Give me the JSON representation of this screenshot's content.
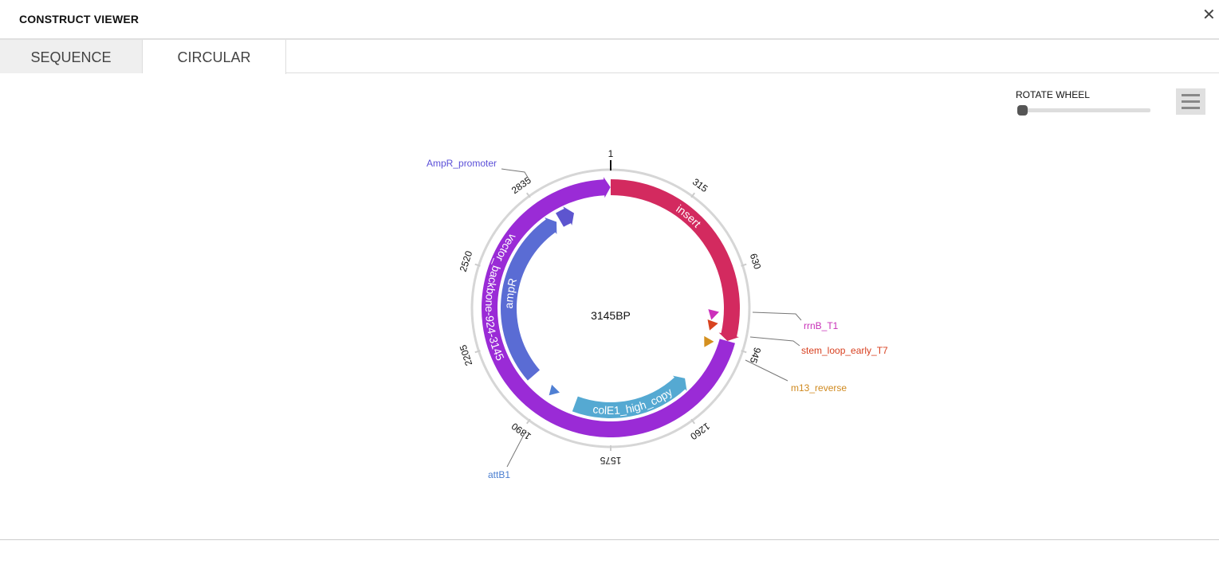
{
  "header": {
    "title": "CONSTRUCT VIEWER",
    "close_icon": "close-icon"
  },
  "tabs": [
    {
      "label": "SEQUENCE",
      "active": false
    },
    {
      "label": "CIRCULAR",
      "active": true
    }
  ],
  "controls": {
    "rotate_label": "ROTATE WHEEL",
    "rotate_value": 0,
    "menu_icon": "hamburger-menu-icon"
  },
  "plasmid": {
    "length": 3145,
    "center_label": "3145BP",
    "ticks": [
      "1",
      "315",
      "630",
      "945",
      "1260",
      "1575",
      "1890",
      "2205",
      "2520",
      "2835"
    ],
    "features": [
      {
        "name": "insert",
        "label": "insert",
        "start": 1,
        "end": 924,
        "track": "outer",
        "direction": "forward",
        "color": "#d32a5f"
      },
      {
        "name": "vector_backbone",
        "label": "vector_backbone-924-3145",
        "start": 924,
        "end": 3145,
        "track": "outer",
        "direction": "forward",
        "color": "#9a2bd6"
      },
      {
        "name": "ampR",
        "label": "ampR",
        "start": 2001,
        "end": 2866,
        "track": "inner",
        "direction": "forward",
        "color": "#5a6cd4"
      },
      {
        "name": "AmpR_promoter",
        "label": "",
        "start": 2884,
        "end": 2962,
        "track": "inner",
        "direction": "forward",
        "color": "#5d55cf"
      },
      {
        "name": "colE1_high_copy",
        "label": "colE1_high_copy",
        "start": 1166,
        "end": 1752,
        "track": "inner",
        "direction": "reverse",
        "color": "#55a9d2"
      }
    ],
    "markers": [
      {
        "name": "rrnB_T1",
        "label": "rrnB_T1",
        "position": 821,
        "color": "#cc30bb"
      },
      {
        "name": "stem_loop_early_T7",
        "label": "stem_loop_early_T7",
        "position": 874,
        "color": "#d8431f"
      },
      {
        "name": "m13_reverse",
        "label": "m13_reverse",
        "position": 961,
        "color": "#d4901f"
      },
      {
        "name": "attB1",
        "label": "attB1",
        "position": 1878,
        "color": "#4f7fd3"
      }
    ],
    "annotations": {
      "AmpR_promoter": {
        "text": "AmpR_promoter",
        "color": "#5b4fd8"
      },
      "rrnB_T1": {
        "text": "rrnB_T1",
        "color": "#c832b8"
      },
      "stem_loop_early_T7": {
        "text": "stem_loop_early_T7",
        "color": "#d84020"
      },
      "m13_reverse": {
        "text": "m13_reverse",
        "color": "#d08a20"
      },
      "attB1": {
        "text": "attB1",
        "color": "#4a7ed0"
      }
    }
  }
}
